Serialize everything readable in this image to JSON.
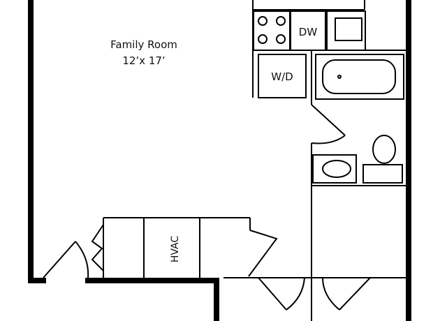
{
  "rooms": {
    "family_room": {
      "name": "Family Room",
      "size": "12’x 17’"
    }
  },
  "fixtures": {
    "dishwasher": "DW",
    "washer_dryer": "W/D",
    "hvac": "HVAC"
  }
}
